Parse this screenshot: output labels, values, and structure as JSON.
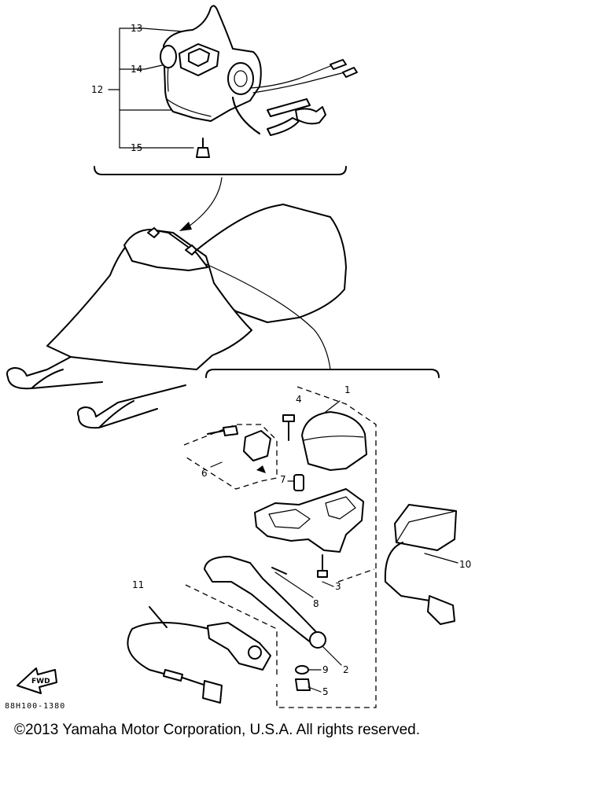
{
  "diagram": {
    "callouts": {
      "c1": "1",
      "c2": "2",
      "c3": "3",
      "c4": "4",
      "c5": "5",
      "c6": "6",
      "c7": "7",
      "c8": "8",
      "c9": "9",
      "c10": "10",
      "c11": "11",
      "c12": "12",
      "c13": "13",
      "c14": "14",
      "c15": "15"
    },
    "fwd_label": "FWD",
    "reference_code": "88H100-1380"
  },
  "footer": {
    "copyright": "©2013 Yamaha Motor Corporation, U.S.A. All rights reserved."
  }
}
